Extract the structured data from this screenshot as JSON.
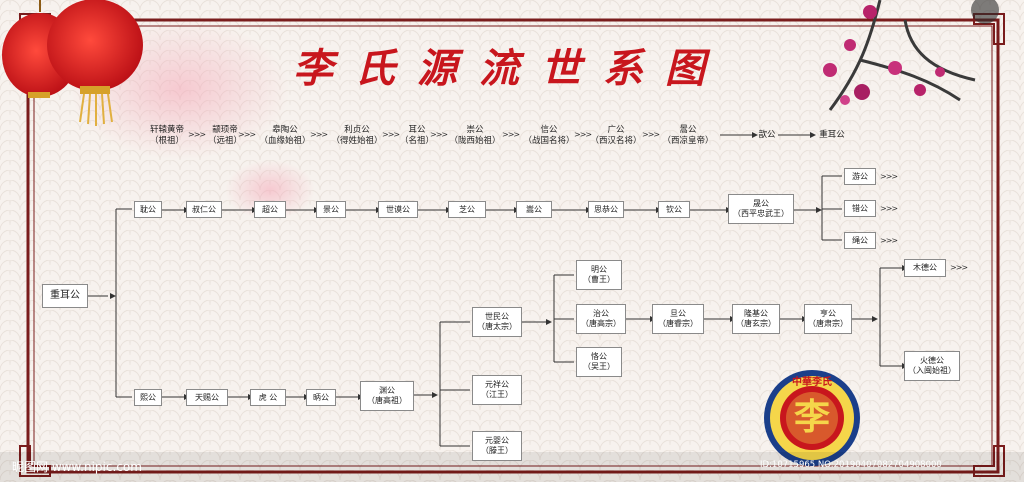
{
  "title": "李氏源流世系图",
  "top_chain": [
    {
      "name": "轩辕黄帝",
      "sub": "（根祖）"
    },
    {
      "name": "颛顼帝",
      "sub": "（远祖）"
    },
    {
      "name": "皋陶公",
      "sub": "（血缘始祖）"
    },
    {
      "name": "利贞公",
      "sub": "（得姓始祖）"
    },
    {
      "name": "耳公",
      "sub": "（名祖）"
    },
    {
      "name": "崇公",
      "sub": "（陇西始祖）"
    },
    {
      "name": "信公",
      "sub": "（战国名将）"
    },
    {
      "name": "广公",
      "sub": "（西汉名将）"
    },
    {
      "name": "暠公",
      "sub": "（西凉皇帝）"
    },
    {
      "name": "歆公",
      "sub": ""
    },
    {
      "name": "重耳公",
      "sub": ""
    }
  ],
  "root": {
    "name": "重耳公"
  },
  "upper_chain": [
    {
      "name": "耽公"
    },
    {
      "name": "叔仁公"
    },
    {
      "name": "超公"
    },
    {
      "name": "景公"
    },
    {
      "name": "世谟公"
    },
    {
      "name": "芝公"
    },
    {
      "name": "嵩公"
    },
    {
      "name": "思恭公"
    },
    {
      "name": "钦公"
    },
    {
      "name": "晟公",
      "sub": "（西平忠武王）"
    }
  ],
  "upper_sons": [
    {
      "name": "游公"
    },
    {
      "name": "错公"
    },
    {
      "name": "绳公"
    }
  ],
  "lower_chain": [
    {
      "name": "熙公"
    },
    {
      "name": "天赐公"
    },
    {
      "name": "虎 公"
    },
    {
      "name": "昞公"
    },
    {
      "name": "渊公",
      "sub": "（唐高祖）"
    }
  ],
  "yuan_sons": [
    {
      "name": "世民公",
      "sub": "（唐太宗）"
    },
    {
      "name": "元祥公",
      "sub": "（江王）"
    },
    {
      "name": "元婴公",
      "sub": "（滕王）"
    }
  ],
  "shimin_sons": [
    {
      "name": "明公",
      "sub": "（曹王）"
    },
    {
      "name": "治公",
      "sub": "（唐高宗）"
    },
    {
      "name": "恪公",
      "sub": "（吴王）"
    }
  ],
  "tang_chain": [
    {
      "name": "旦公",
      "sub": "（唐睿宗）"
    },
    {
      "name": "隆基公",
      "sub": "（唐玄宗）"
    },
    {
      "name": "亨公",
      "sub": "（唐肃宗）"
    }
  ],
  "final_sons": [
    {
      "name": "木德公",
      "sub": ""
    },
    {
      "name": "火德公",
      "sub": "（入闽始祖）"
    }
  ],
  "more_marker": ">>>",
  "seal": {
    "top_text": "中華李氏",
    "center_char": "李"
  },
  "watermark_left": "昵图网 www.nipic.com",
  "watermark_right": "ID:10715965 NO:20190407082704908000",
  "colors": {
    "title": "#c8161d",
    "frame": "#7a1c1c",
    "seal": "#c8161d",
    "lantern": "#d8121b"
  }
}
